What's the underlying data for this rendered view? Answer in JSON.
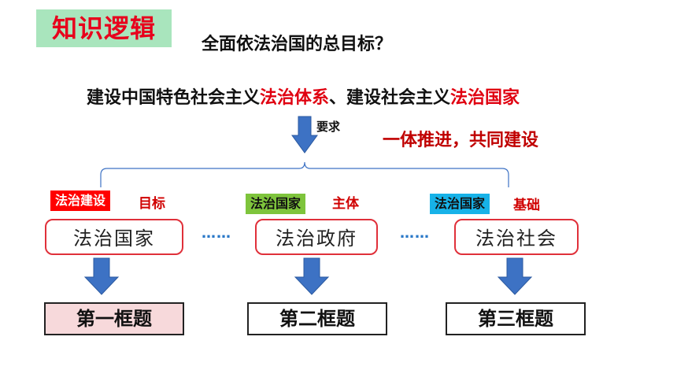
{
  "header": {
    "tag": "知识逻辑",
    "question": "全面依法治国的总目标？"
  },
  "goal": {
    "part1": "建设中国特色社会主义",
    "part2": "法治体系",
    "part3": "、建设社会主义",
    "part4": "法治国家"
  },
  "requirement_label": "要求",
  "slogan": "一体推进，共同建设",
  "columns": [
    {
      "tag": "法治建设",
      "note": "目标",
      "pill": "法治国家",
      "box": "第一框题"
    },
    {
      "tag": "法治国家",
      "note": "主体",
      "pill": "法治政府",
      "box": "第二框题"
    },
    {
      "tag": "法治国家",
      "note": "基础",
      "pill": "法治社会",
      "box": "第三框题"
    }
  ],
  "separator": "……",
  "colors": {
    "tag_green_bg": "#a9e5bd",
    "highlight_red": "#e00010",
    "arrow_blue": "#3d72c4",
    "pill_border": "#e0303a"
  }
}
